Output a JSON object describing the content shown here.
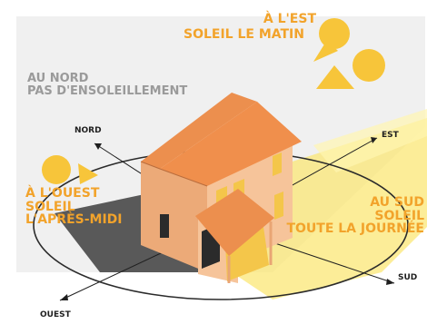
{
  "colors": {
    "sun": "#f7c53a",
    "sun_label": "#f2a32b",
    "north_label": "#9a9a9a",
    "wall": "#f6c49a",
    "wall_dark": "#ecaa78",
    "roof": "#ec8f4e",
    "shadow": "#595959",
    "sunlight": "#fbe775"
  },
  "labels": {
    "east": [
      "À L'EST",
      "SOLEIL LE MATIN"
    ],
    "north": [
      "AU NORD",
      "PAS D'ENSOLEILLEMENT"
    ],
    "west": [
      "À L'OUEST",
      "SOLEIL",
      "L'APRÈS-MIDI"
    ],
    "south": [
      "AU SUD",
      "SOLEIL",
      "TOUTE LA JOURNÉE"
    ]
  },
  "directions": {
    "nord": "NORD",
    "est": "EST",
    "sud": "SUD",
    "ouest": "OUEST"
  },
  "icons": {
    "sun": "sun-icon",
    "arrow": "triangle-arrow-icon"
  }
}
